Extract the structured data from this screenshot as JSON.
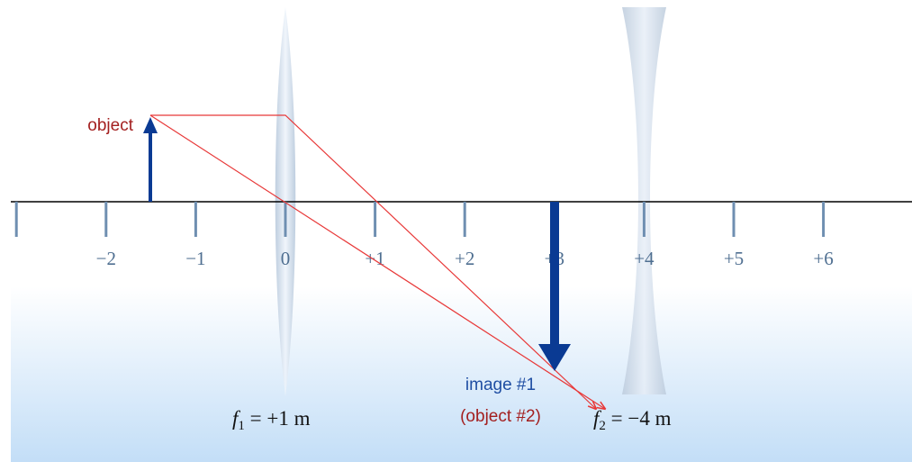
{
  "axis": {
    "ticks": [
      -3,
      -2,
      -1,
      0,
      1,
      2,
      3,
      4,
      5,
      6
    ],
    "tick_labels": [
      "",
      "−2",
      "−1",
      "0",
      "+1",
      "+2",
      "+3",
      "+4",
      "+5",
      "+6"
    ]
  },
  "labels": {
    "object": "object",
    "image_line1": "image #1",
    "image_line2": "(object #2)",
    "lens1": {
      "var": "f",
      "sub": "1",
      "eq": " = +1 m"
    },
    "lens2": {
      "var": "f",
      "sub": "2",
      "eq": " = −4 m"
    }
  },
  "elements": {
    "object_position_m": -1.5,
    "object_height_m": 1,
    "image_position_m": 3,
    "image_height_m": -1.95,
    "lens1_position_m": 0,
    "lens2_position_m": 4,
    "lens1_focal_m": 1,
    "lens2_focal_m": -4
  },
  "colors": {
    "axis": "#000000",
    "tick": "#6f8fb1",
    "tick_label": "#4f6f91",
    "arrow": "#0a3a93",
    "ray": "#e83838",
    "object_label": "#a31f1f",
    "image_label": "#1f4ea3",
    "background_top": "#ffffff",
    "background_bottom": "#c3def7"
  }
}
